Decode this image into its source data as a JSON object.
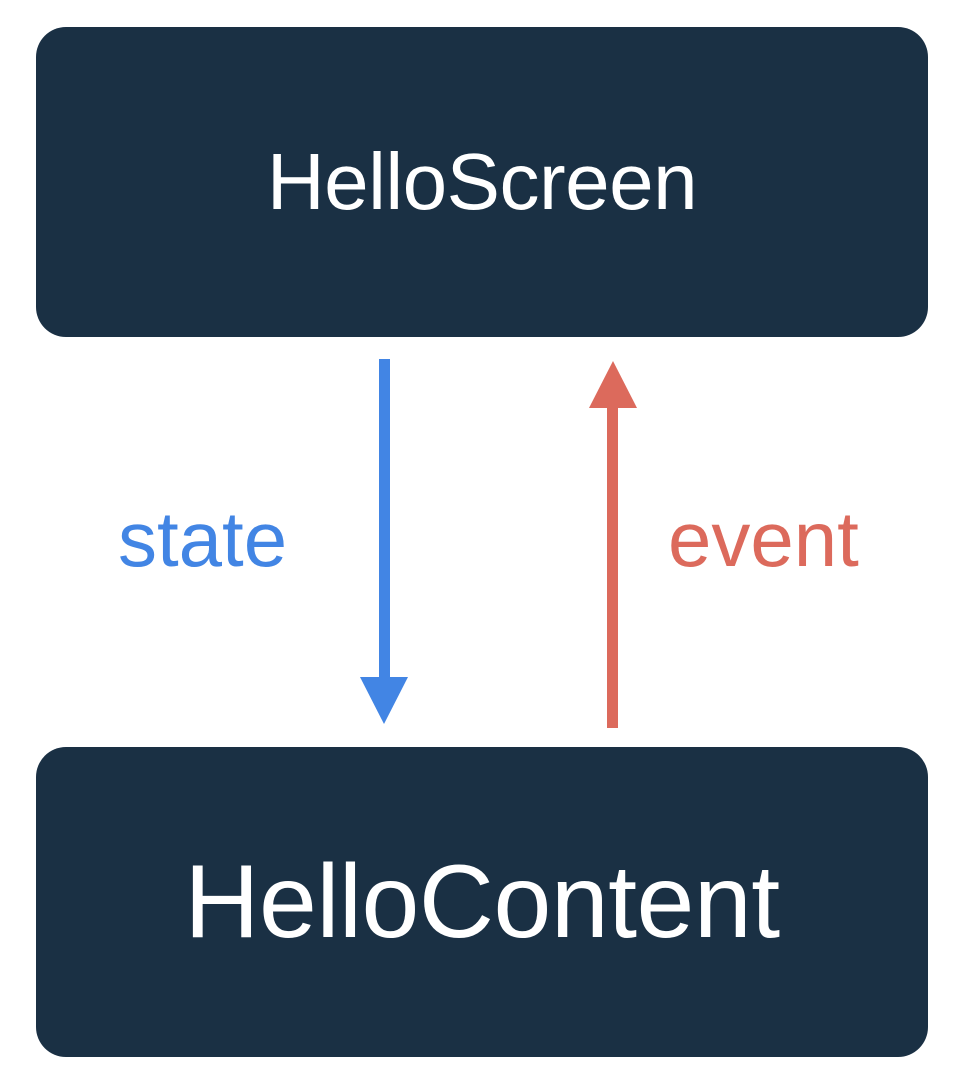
{
  "diagram": {
    "title": "state and event flow between HelloScreen and HelloContent",
    "background_color": "#ffffff",
    "nodes": [
      {
        "id": "hello-screen",
        "label": "HelloScreen",
        "fill_color": "#1a3044",
        "text_color": "#ffffff"
      },
      {
        "id": "hello-content",
        "label": "HelloContent",
        "fill_color": "#1a3044",
        "text_color": "#ffffff"
      }
    ],
    "edges": [
      {
        "id": "state-edge",
        "label": "state",
        "color": "#4285e4",
        "direction": "down",
        "from": "HelloScreen",
        "to": "HelloContent"
      },
      {
        "id": "event-edge",
        "label": "event",
        "color": "#dc6a5c",
        "direction": "up",
        "from": "HelloContent",
        "to": "HelloScreen"
      }
    ]
  }
}
